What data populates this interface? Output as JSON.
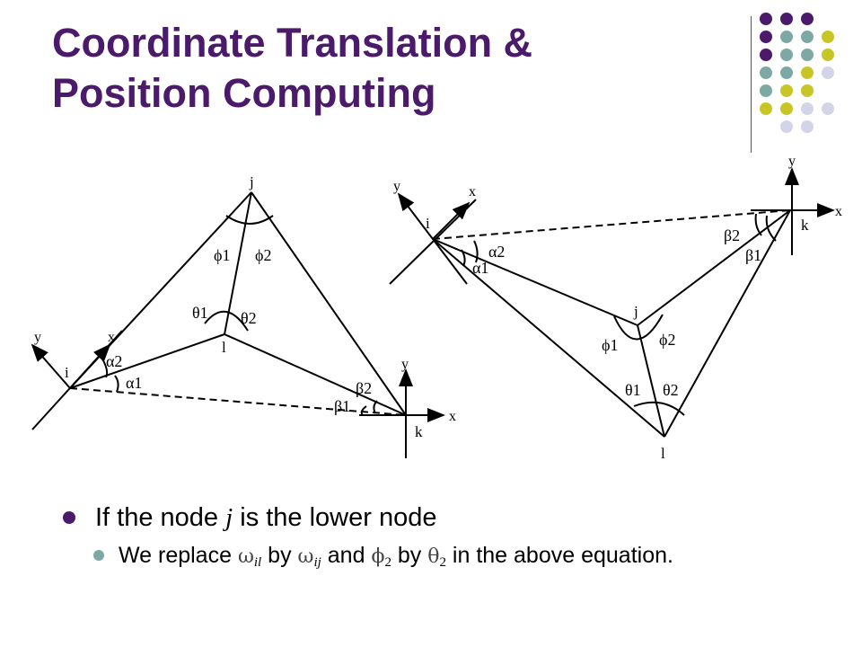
{
  "slide": {
    "title_line1": "Coordinate Translation &",
    "title_line2": "Position Computing"
  },
  "colors": {
    "title": "#4b1a6b",
    "dot_purple": "#4b1a6b",
    "dot_teal": "#7ea8a4",
    "dot_olive": "#c8c626",
    "dot_lavender": "#d4d4e8"
  },
  "diagram_left": {
    "node_i": "i",
    "node_j": "j",
    "node_k": "k",
    "node_l": "l",
    "axis_y_i": "y",
    "axis_x_i": "x",
    "axis_y_k": "y",
    "axis_x_k": "x",
    "phi1": "ϕ1",
    "phi2": "ϕ2",
    "theta1": "θ1",
    "theta2": "θ2",
    "alpha2": "α2",
    "alpha1": "α1",
    "beta2": "β2",
    "beta1": "β1"
  },
  "diagram_right": {
    "node_i": "i",
    "node_j": "j",
    "node_k": "k",
    "node_l": "l",
    "axis_y_i": "y",
    "axis_x_i": "x",
    "axis_y_k": "y",
    "axis_x_k": "x",
    "alpha2": "α2",
    "alpha1": "α1",
    "beta2": "β2",
    "beta1": "β1",
    "phi1": "ϕ1",
    "phi2": "ϕ2",
    "theta1": "θ1",
    "theta2": "θ2"
  },
  "bullets": {
    "b1_prefix": "If the node ",
    "b1_var": "j",
    "b1_suffix": " is the lower node",
    "b2_t1": "We replace ",
    "b2_omega": "ω",
    "b2_sub_il": "il",
    "b2_t2": " by ",
    "b2_omega2": "ω",
    "b2_sub_ij": "ij",
    "b2_t3": " and ",
    "b2_phi": "ϕ",
    "b2_sub_2a": "2",
    "b2_t4": " by ",
    "b2_theta": "θ",
    "b2_sub_2b": "2",
    "b2_t5": " in the above equation."
  }
}
